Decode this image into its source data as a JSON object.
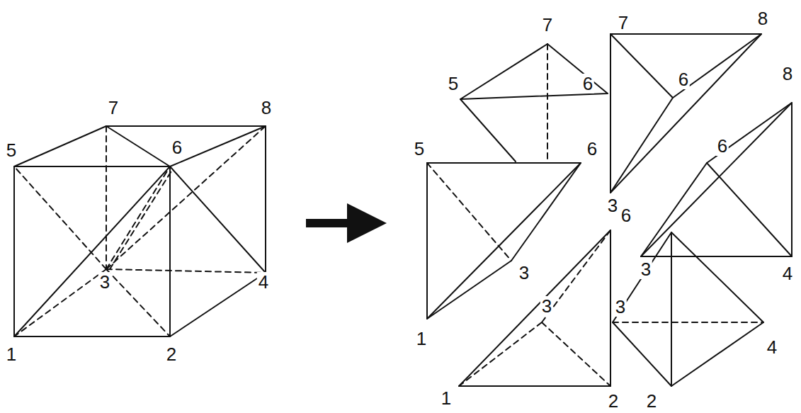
{
  "diagram": {
    "labels": [
      "5",
      "7",
      "8",
      "6",
      "3",
      "4",
      "1",
      "2",
      "7",
      "5",
      "6",
      "7",
      "8",
      "6",
      "3",
      "5",
      "6",
      "3",
      "1",
      "8",
      "6",
      "3",
      "4",
      "6",
      "3",
      "1",
      "2",
      "3",
      "4",
      "2"
    ]
  }
}
